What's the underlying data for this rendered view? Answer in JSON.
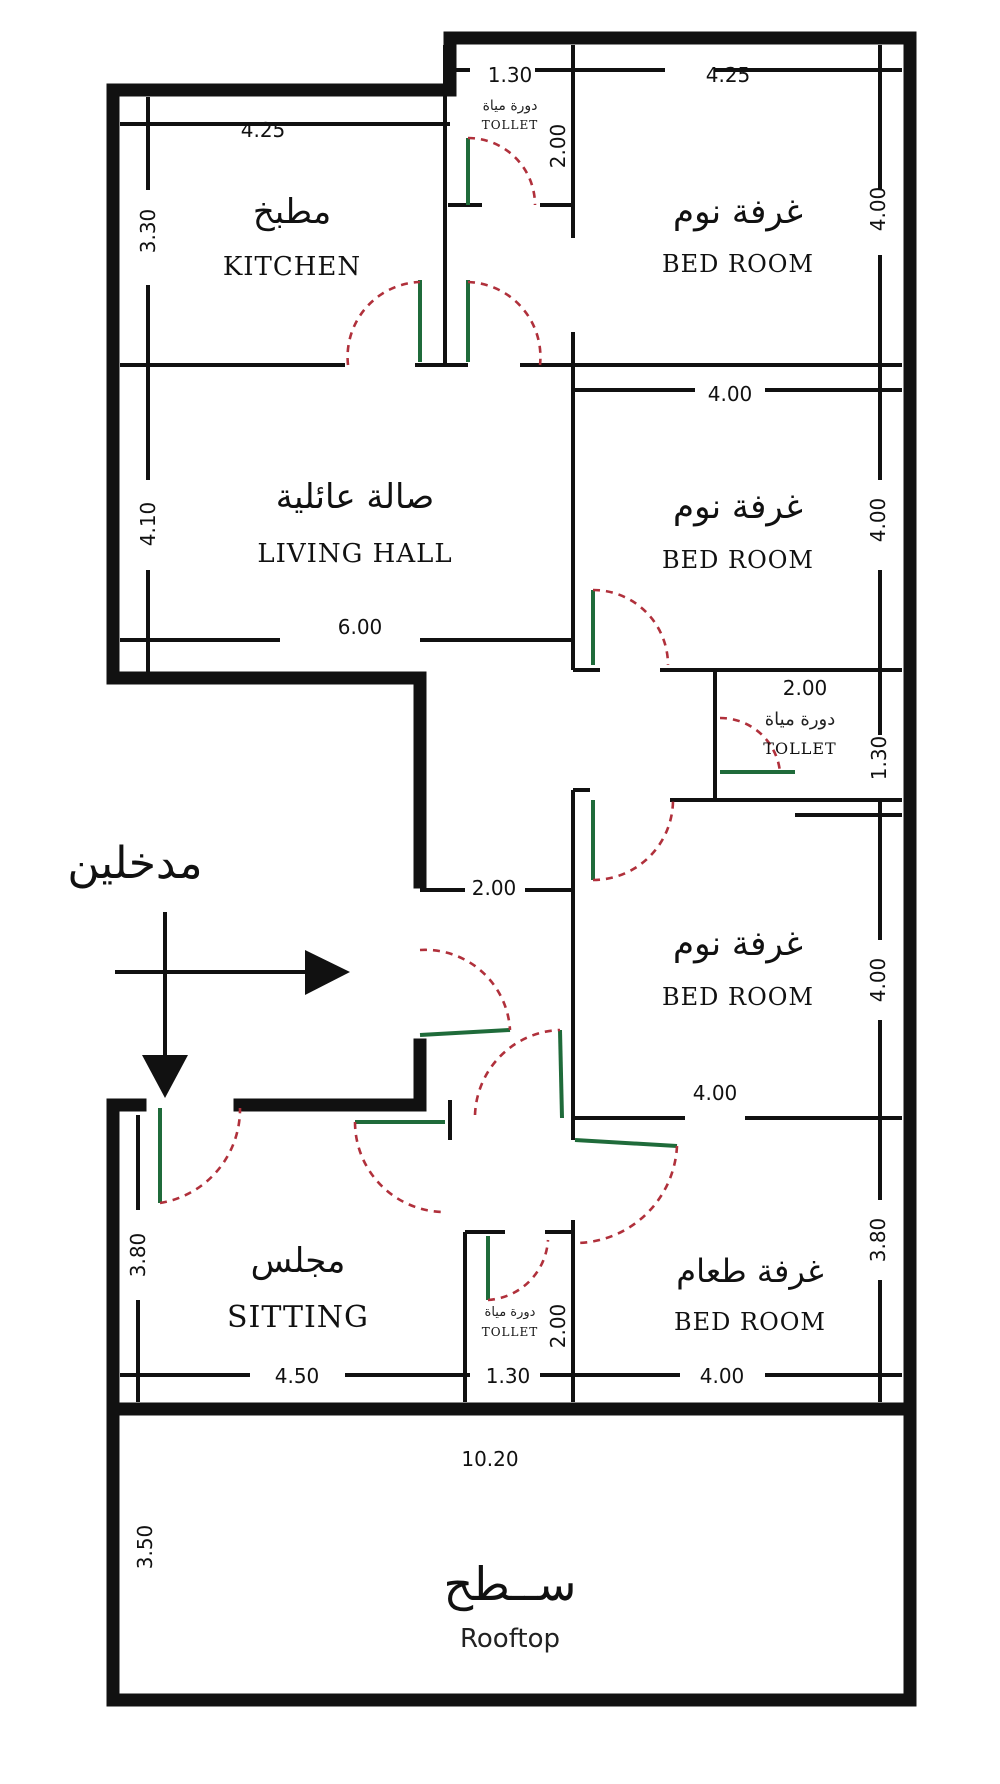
{
  "rooms": {
    "kitchen": {
      "ar": "مطبخ",
      "en": "KITCHEN"
    },
    "bedroom_top": {
      "ar": "غرفة نوم",
      "en": "BED ROOM"
    },
    "living": {
      "ar": "صالة عائلية",
      "en": "LIVING HALL"
    },
    "bedroom_mid": {
      "ar": "غرفة نوم",
      "en": "BED ROOM"
    },
    "bedroom_low": {
      "ar": "غرفة نوم",
      "en": "BED ROOM"
    },
    "sitting": {
      "ar": "مجلس",
      "en": "SITTING"
    },
    "dining": {
      "ar": "غرفة طعام",
      "en": "BED ROOM"
    },
    "rooftop": {
      "ar": "ســطح",
      "en": "Rooftop"
    }
  },
  "toilets": {
    "top": {
      "ar": "دورة مياة",
      "en": "TOLLET"
    },
    "middle": {
      "ar": "دورة مياة",
      "en": "TOLLET"
    },
    "bottom": {
      "ar": "دورة مياة",
      "en": "TOLLET"
    }
  },
  "entrance": {
    "ar": "مدخلين"
  },
  "dimensions": {
    "kitchen_width": "4.25",
    "kitchen_height": "3.30",
    "toilet_top_width": "1.30",
    "toilet_top_height": "2.00",
    "bed_top_width": "4.25",
    "bed_top_height": "4.00",
    "bed_mid_width": "4.00",
    "bed_mid_height": "4.00",
    "living_width": "6.00",
    "living_height": "4.10",
    "toilet_mid_width": "2.00",
    "toilet_mid_height": "1.30",
    "corridor_width": "2.00",
    "bed_low_height": "4.00",
    "bed_low_width": "4.00",
    "sitting_height": "3.80",
    "dining_height": "3.80",
    "toilet_bottom_height": "2.00",
    "sitting_width": "4.50",
    "toilet_bottom_width": "1.30",
    "dining_width": "4.00",
    "rooftop_width": "10.20",
    "rooftop_height": "3.50"
  },
  "colors": {
    "walls": "#111111",
    "door_leaf": "#1f6b3a",
    "door_swing": "#b0303b"
  }
}
